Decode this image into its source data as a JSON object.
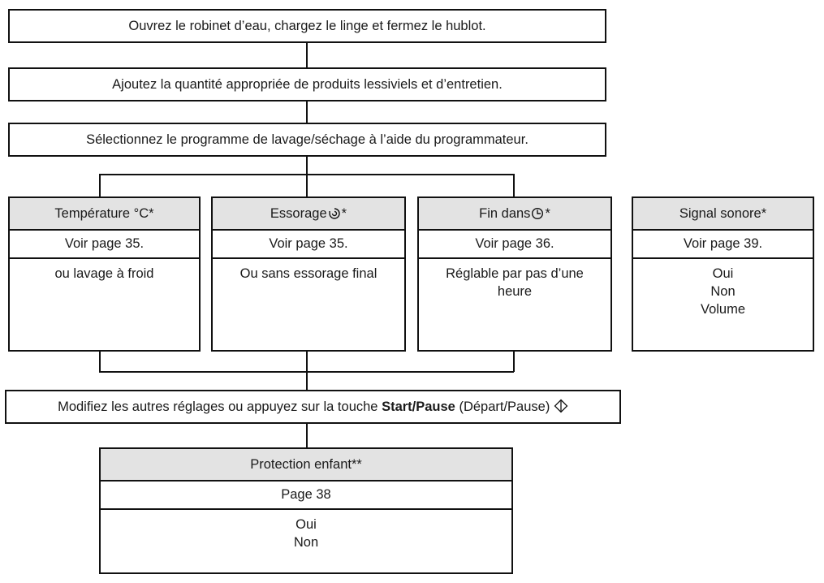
{
  "steps": {
    "step1": "Ouvrez le robinet d’eau, chargez le linge et fermez le hublot.",
    "step2": "Ajoutez la quantité appropriée de produits lessiviels et d’entretien.",
    "step3": "Sélectionnez le programme de lavage/séchage à l’aide du programmateur.",
    "step4": {
      "before": "Modifiez les autres réglages ou appuyez sur la touche ",
      "bold": "Start/Pause",
      "after": " (Départ/Pause) ",
      "icon": "start-pause-icon"
    }
  },
  "options": [
    {
      "title": "Température °C*",
      "page": "Voir page 35.",
      "lines": [
        "ou lavage à froid"
      ]
    },
    {
      "title": "Essorage ",
      "title_icon": "spin-icon",
      "title_suffix": "*",
      "page": "Voir page 35.",
      "lines": [
        "Ou sans essorage final"
      ]
    },
    {
      "title": "Fin dans ",
      "title_icon": "clock-icon",
      "title_suffix": "*",
      "page": "Voir page 36.",
      "lines": [
        "Réglable par pas d’une",
        "heure"
      ]
    },
    {
      "title": "Signal sonore*",
      "page": "Voir page 39.",
      "lines": [
        "Oui",
        "Non",
        "Volume"
      ]
    }
  ],
  "child_lock": {
    "title": "Protection enfant**",
    "page": "Page 38",
    "lines": [
      "Oui",
      "Non"
    ]
  }
}
